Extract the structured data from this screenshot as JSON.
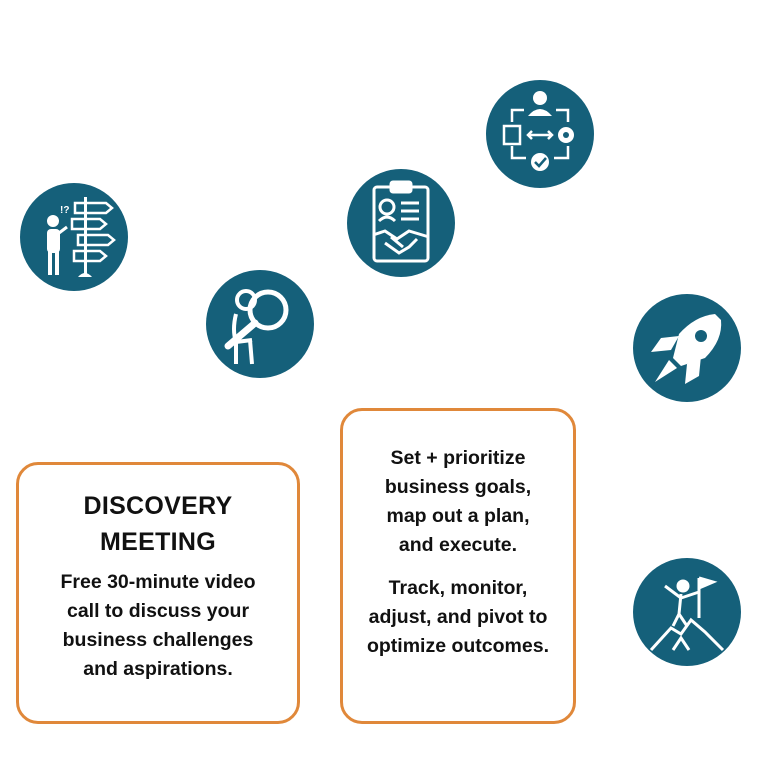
{
  "icons": [
    {
      "name": "crossroads-signpost-icon"
    },
    {
      "name": "magnifying-glass-person-icon"
    },
    {
      "name": "clipboard-handshake-icon"
    },
    {
      "name": "workflow-process-icon"
    },
    {
      "name": "rocket-icon"
    },
    {
      "name": "summit-flag-icon"
    }
  ],
  "colors": {
    "circle": "#15607a",
    "card_border": "#e0883a",
    "text": "#111111"
  },
  "discovery": {
    "title_line1": "DISCOVERY",
    "title_line2": "MEETING",
    "body_line1": "Free 30-minute video",
    "body_line2": "call to discuss your",
    "body_line3": "business challenges",
    "body_line4": "and aspirations."
  },
  "plan": {
    "line1": "Set + prioritize",
    "line2": "business goals,",
    "line3": "map out a plan,",
    "line4": "and execute.",
    "line5": "Track, monitor,",
    "line6": "adjust, and pivot to",
    "line7": "optimize outcomes."
  }
}
